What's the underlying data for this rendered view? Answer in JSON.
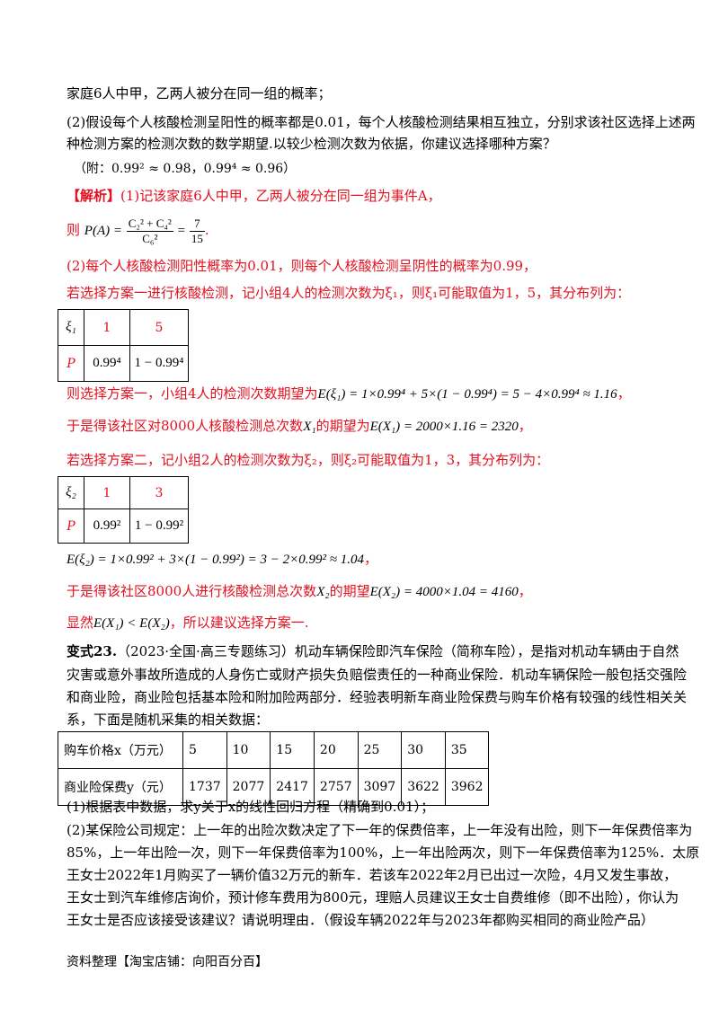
{
  "lines": {
    "l1": "家庭6人中甲，乙两人被分在同一组的概率；",
    "l2": "(2)假设每个人核酸检测呈阳性的概率都是0.01，每个人核酸检测结果相互独立，分别求该社区选择上述两",
    "l3": "种检测方案的检测次数的数学期望.以较少检测次数为依据，你建议选择哪种方案？",
    "l4": "（附：0.99² ≈ 0.98，0.99⁴ ≈ 0.96）",
    "l5_tag": "【解析】",
    "l5": "(1)记该家庭6人中甲，乙两人被分在同一组为事件A，",
    "l6_pre": "则",
    "l6_lhs": "P(A) =",
    "l6_num": "C₂² + C₄²",
    "l6_den": "C₆²",
    "l6_eq": "=",
    "l6_rnum": "7",
    "l6_rden": "15",
    "l6_end": ".",
    "l7": "(2)每个人核酸检测阳性概率为0.01，则每个人核酸检测呈阴性的概率为0.99，",
    "l8": "若选择方案一进行核酸检测，记小组4人的检测次数为ξ₁，则ξ₁可能取值为1，5，其分布列为：",
    "l9_text": "则选择方案一，小组4人的检测次数期望为",
    "l9_math": "E(ξ₁) = 1×0.99⁴ + 5×(1 − 0.99⁴) = 5 − 4×0.99⁴ ≈ 1.16",
    "l9_end": "，",
    "l10_text": "于是得该社区对8000人核酸检测总次数",
    "l10_var": "X₁",
    "l10_text2": "的期望为",
    "l10_math": "E(X₁) = 2000×1.16 = 2320",
    "l10_end": "，",
    "l11": "若选择方案二，记小组2人的检测次数为ξ₂，则ξ₂可能取值为1，3，其分布列为：",
    "l12_math": "E(ξ₂) = 1×0.99² + 3×(1 − 0.99²) = 3 − 2×0.99² ≈ 1.04",
    "l12_end": "，",
    "l13_text": "于是得该社区8000人进行核酸检测总次数",
    "l13_var": "X₂",
    "l13_text2": "的期望",
    "l13_math": "E(X₂) = 4000×1.04 = 4160",
    "l13_end": "，",
    "l14_text": "显然",
    "l14_math": "E(X₁) < E(X₂)",
    "l14_text2": "，所以建议选择方案一.",
    "l15_bold": "变式23.",
    "l15": "（2023·全国·高三专题练习）机动车辆保险即汽车保险（简称车险），是指对机动车辆由于自然",
    "l16": "灾害或意外事故所造成的人身伤亡或财产损失负赔偿责任的一种商业保险．机动车辆保险一般包括交强险",
    "l17": "和商业险，商业险包括基本险和附加险两部分．经验表明新车商业险保费与购车价格有较强的线性相关关",
    "l18": "系，下面是随机采集的相关数据：",
    "l19": "(1)根据表中数据，求y关于x的线性回归方程（精确到0.01）；",
    "l20": "(2)某保险公司规定：上一年的出险次数决定了下一年的保费倍率，上一年没有出险，则下一年保费倍率为",
    "l21": "85%，上一年出险一次，则下一年保费倍率为100%，上一年出险两次，则下一年保费倍率为125%．太原",
    "l22": "王女士2022年1月购买了一辆价值32万元的新车．若该车2022年2月已出过一次险，4月又发生事故，",
    "l23": "王女士到汽车维修店询价，预计修车费用为800元，理赔人员建议王女士自费维修（即不出险），你认为",
    "l24": "王女士是否应该接受该建议？请说明理由．（假设车辆2022年与2023年都购买相同的商业险产品）"
  },
  "table1": {
    "h0": "ξ₁",
    "h1": "1",
    "h2": "5",
    "r0": "P",
    "r1": "0.99⁴",
    "r2": "1 − 0.99⁴"
  },
  "table2": {
    "h0": "ξ₂",
    "h1": "1",
    "h2": "3",
    "r0": "P",
    "r1": "0.99²",
    "r2": "1 − 0.99²"
  },
  "data_table": {
    "row1_label": "购车价格x（万元）",
    "row1": [
      "5",
      "10",
      "15",
      "20",
      "25",
      "30",
      "35"
    ],
    "row2_label": "商业险保费y（元）",
    "row2": [
      "1737",
      "2077",
      "2417",
      "2757",
      "3097",
      "3622",
      "3962"
    ]
  },
  "footer": "资料整理【淘宝店铺：向阳百分百】",
  "colors": {
    "answer": "#e3101f",
    "text": "#000000"
  }
}
